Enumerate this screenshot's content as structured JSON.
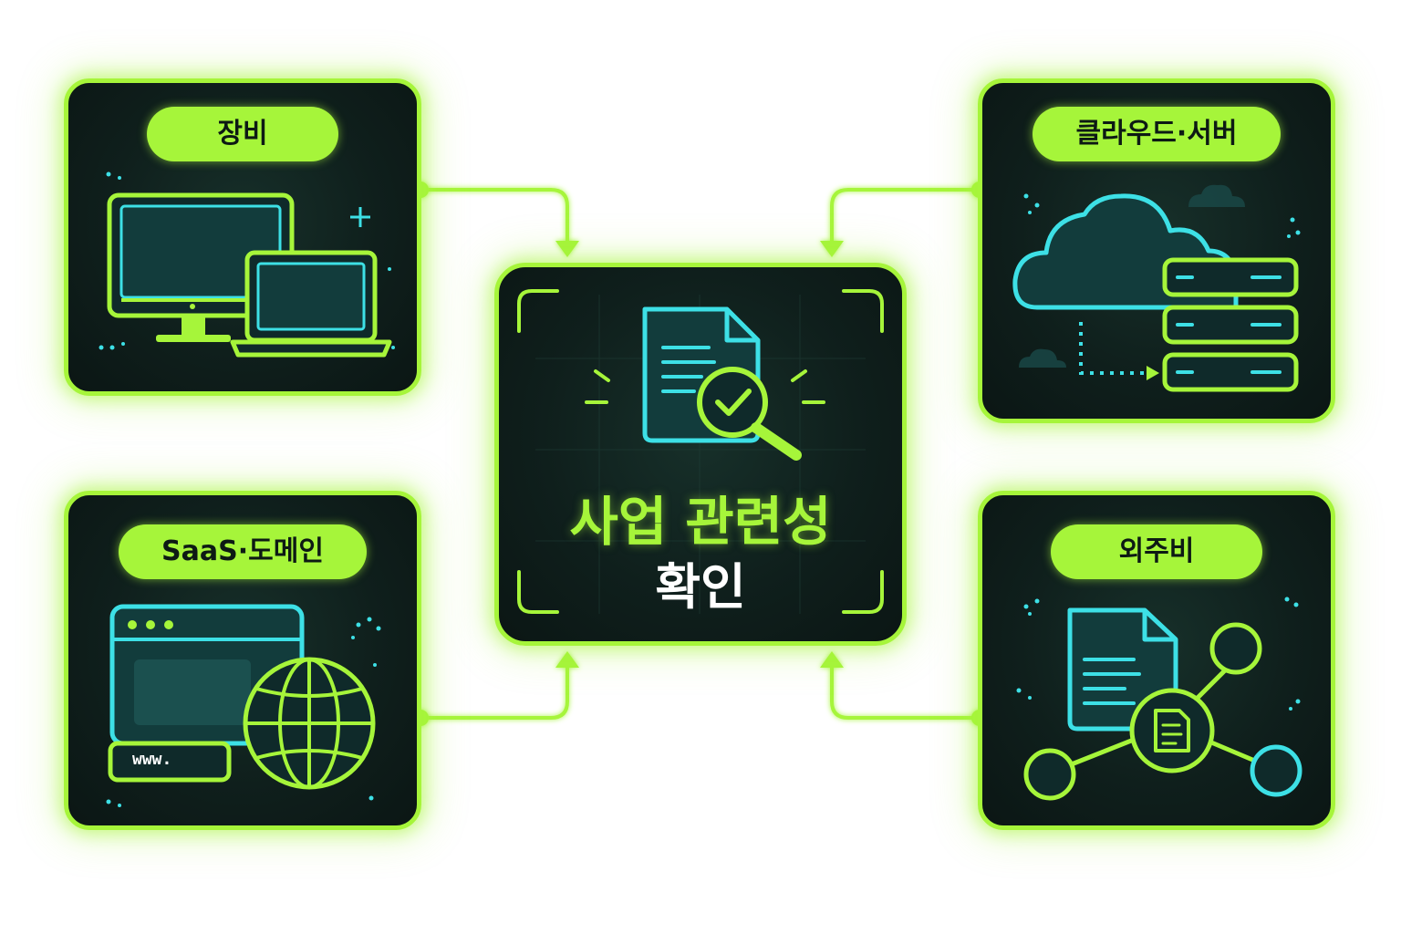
{
  "diagram": {
    "center": {
      "title_line1": "사업 관련성",
      "title_line2": "확인",
      "icon": "document-check-magnifier-icon"
    },
    "nodes": [
      {
        "id": "equipment",
        "label": "장비",
        "icon": "monitor-laptop-icon"
      },
      {
        "id": "cloud",
        "label": "클라우드·서버",
        "icon": "cloud-server-icon"
      },
      {
        "id": "saas",
        "label": "SaaS·도메인",
        "icon": "browser-globe-icon",
        "url_text": "www."
      },
      {
        "id": "outsource",
        "label": "외주비",
        "icon": "document-network-icon"
      }
    ]
  },
  "colors": {
    "accent": "#a6f53a",
    "cyan": "#3de0e6",
    "card_bg": "#0f1f1c",
    "background": "#ffffff"
  }
}
